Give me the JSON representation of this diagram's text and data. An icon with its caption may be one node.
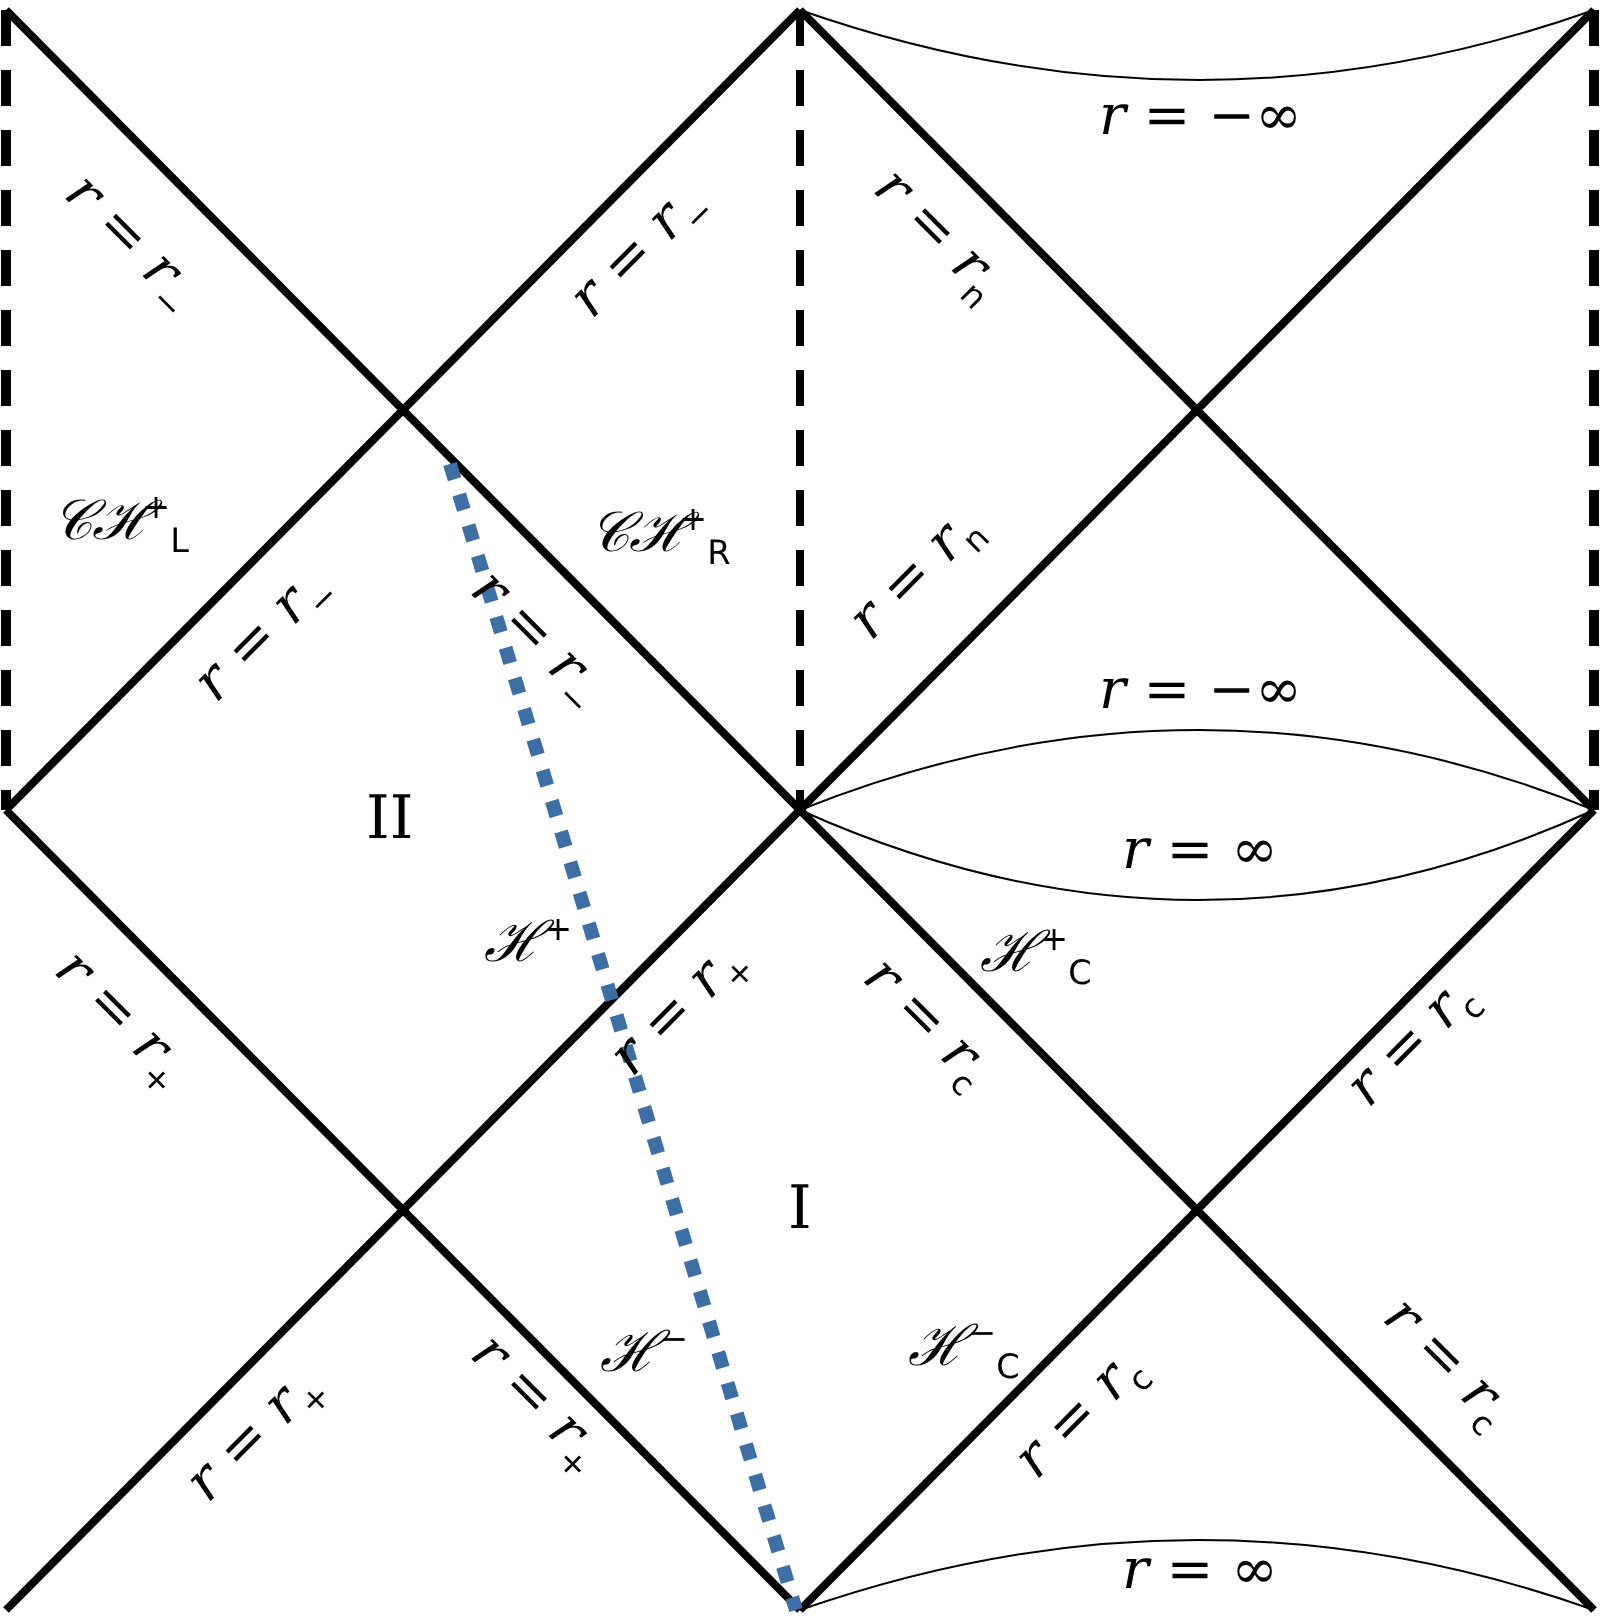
{
  "diagram": {
    "labels": [
      "r = −∞",
      "r = r$_{−}$",
      "r = r$_{−}$",
      "r = r$_{n}$",
      "𝒞ℋ$^{+}$$_{L}$",
      "r = r$_{−}$",
      "r = r$_{−}$",
      "𝒞ℋ$^{+}$$_{R}$",
      "r = r$_{n}$",
      "r = −∞",
      "II",
      "r = ∞",
      "ℋ$^{+}$",
      "ℋ$^{+}$$_{C}$",
      "r = r$_{+}$",
      "r = r$_{+}$",
      "r = r$_{c}$",
      "r = r$_{c}$",
      "I",
      "ℋ$^{−}$",
      "ℋ$^{−}$$_{C}$",
      "r = r$_{+}$",
      "r = r$_{+}$",
      "r = r$_{c}$",
      "r = r$_{c}$",
      "r = ∞"
    ]
  }
}
